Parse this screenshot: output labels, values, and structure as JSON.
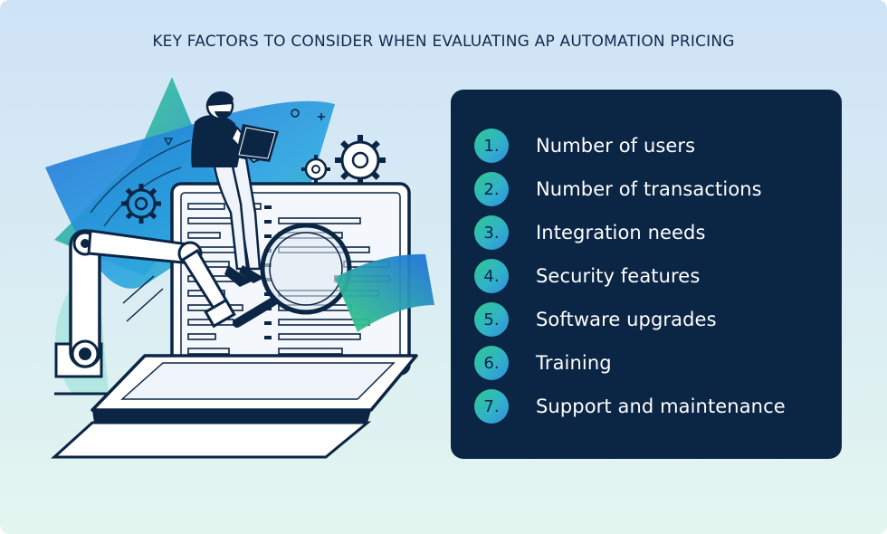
{
  "title": "KEY FACTORS TO CONSIDER WHEN EVALUATING AP AUTOMATION PRICING",
  "colors": {
    "panel": "#0b2545",
    "badge_start": "#2ec98f",
    "badge_end": "#2f8fe0",
    "text_dark": "#0f2a4a"
  },
  "factors": [
    {
      "num": "1.",
      "label": "Number of users"
    },
    {
      "num": "2.",
      "label": "Number of transactions"
    },
    {
      "num": "3.",
      "label": "Integration needs"
    },
    {
      "num": "4.",
      "label": "Security features"
    },
    {
      "num": "5.",
      "label": "Software upgrades"
    },
    {
      "num": "6.",
      "label": "Training"
    },
    {
      "num": "7.",
      "label": "Support and maintenance"
    }
  ],
  "illustration": {
    "icons": [
      "laptop-icon",
      "person-icon",
      "gear-icon",
      "magnifier-icon",
      "robot-arm-icon"
    ]
  }
}
